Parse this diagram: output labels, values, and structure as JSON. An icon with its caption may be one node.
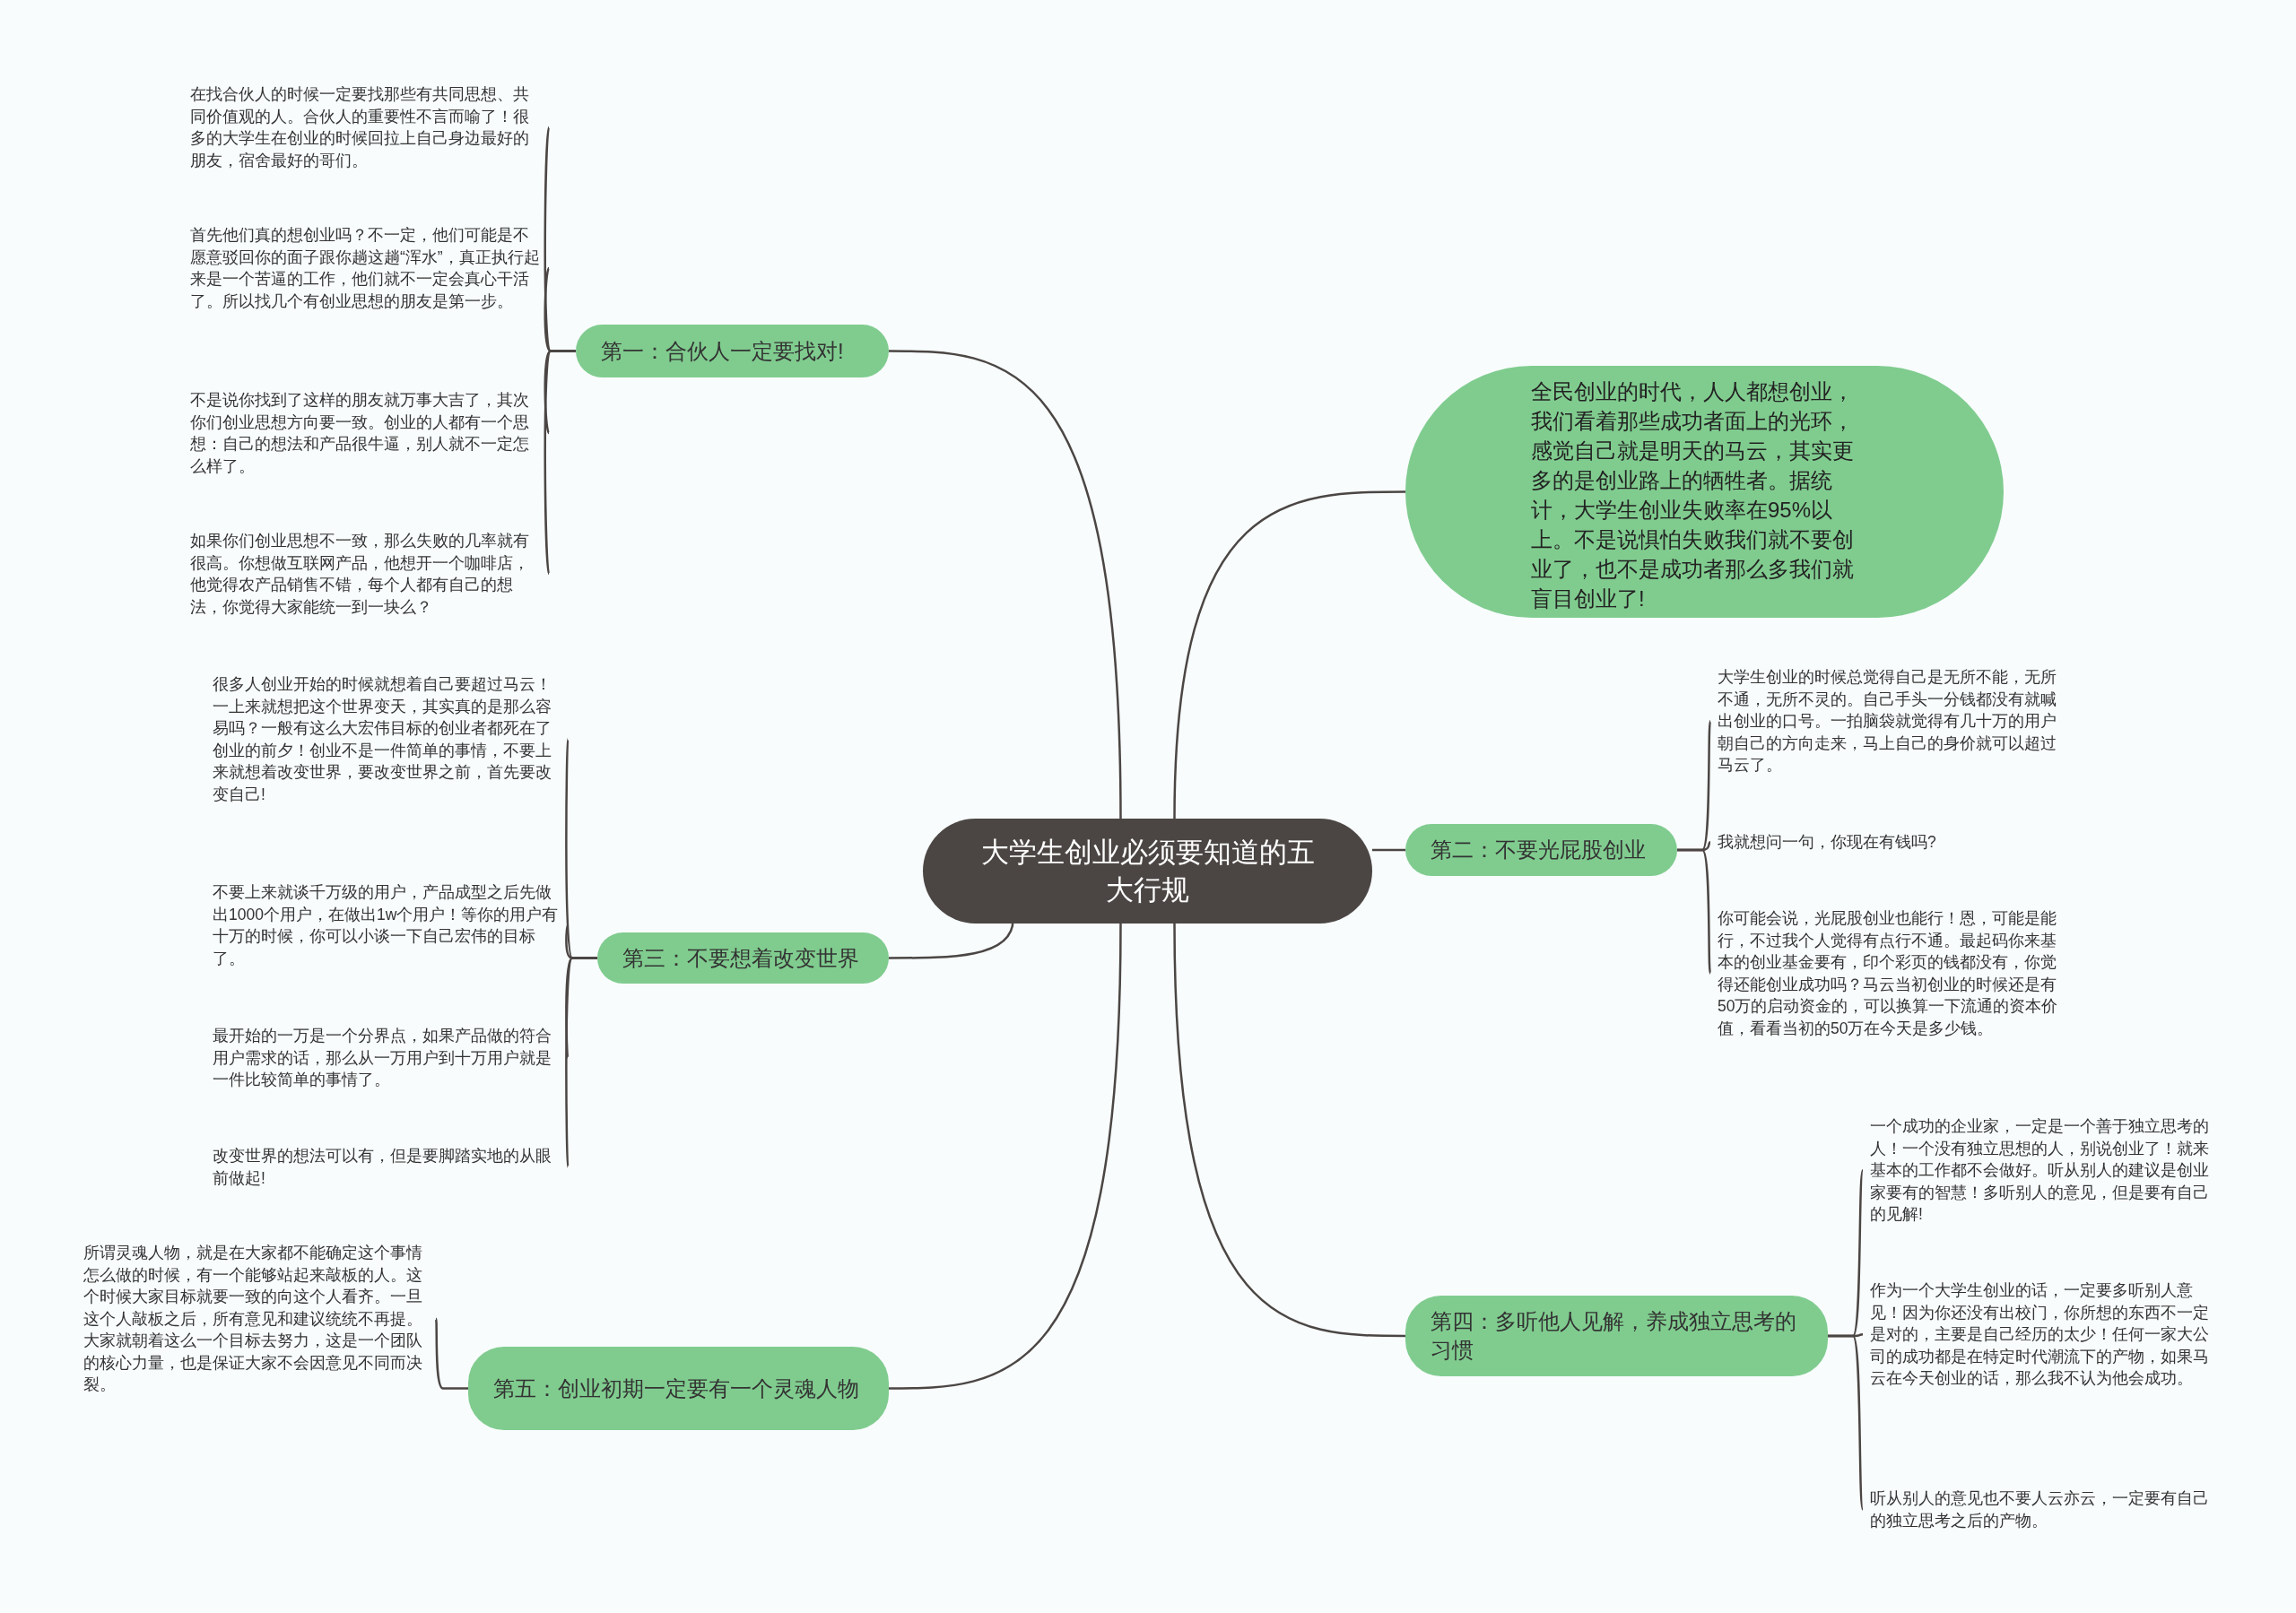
{
  "diagram": {
    "nodes": [
      {
        "text": [
          "大学生创业必须要知道的五大行规"
        ]
      },
      {
        "text": [
          "第一：合伙人一定要找对!"
        ]
      },
      {
        "text": [
          "在找合伙人的时候一定要找那些有共同思想、共同价值观的人。合伙人的重要性不言而喻了！很多的大学生在创业的时候回拉上自己身边最好的朋友，宿舍最好的哥们。"
        ]
      },
      {
        "text": [
          "首先他们真的想创业吗？不一定，他们可能是不愿意驳回你的面子跟你趟这趟“浑水”，真正执行起来是一个苦逼的工作，他们就不一定会真心干活了。所以找几个有创业思想的朋友是第一步。"
        ]
      },
      {
        "text": [
          "不是说你找到了这样的朋友就万事大吉了，其次你们创业思想方向要一致。创业的人都有一个思想：自己的想法和产品很牛逼，别人就不一定怎么样了。"
        ]
      },
      {
        "text": [
          "如果你们创业思想不一致，那么失败的几率就有很高。你想做互联网产品，他想开一个咖啡店，他觉得农产品销售不错，每个人都有自己的想法，你觉得大家能统一到一块么？"
        ]
      },
      {
        "text": [
          "第三：不要想着改变世界"
        ]
      },
      {
        "text": [
          "很多人创业开始的时候就想着自己要超过马云！一上来就想把这个世界变天，其实真的是那么容易吗？一般有这么大宏伟目标的创业者都死在了创业的前夕！创业不是一件简单的事情，不要上来就想着改变世界，要改变世界之前，首先要改变自己!"
        ]
      },
      {
        "text": [
          "不要上来就谈千万级的用户，产品成型之后先做出1000个用户，在做出1w个用户！等你的用户有十万的时候，你可以小谈一下自己宏伟的目标了。"
        ]
      },
      {
        "text": [
          "最开始的一万是一个分界点，如果产品做的符合用户需求的话，那么从一万用户到十万用户就是一件比较简单的事情了。"
        ]
      },
      {
        "text": [
          "改变世界的想法可以有，但是要脚踏实地的从眼前做起!"
        ]
      },
      {
        "text": [
          "第五：创业初期一定要有一个灵魂人物"
        ]
      },
      {
        "text": [
          "所谓灵魂人物，就是在大家都不能确定这个事情怎么做的时候，有一个能够站起来敲板的人。这个时候大家目标就要一致的向这个人看齐。一旦这个人敲板之后，所有意见和建议统统不再提。大家就朝着这么一个目标去努力，这是一个团队的核心力量，也是保证大家不会因意见不同而决裂。"
        ]
      },
      {
        "text": [
          "全民创业的时代，人人都想创业，我们看着那些成功者面上的光环，感觉自己就是明天的马云，其实更多的是创业路上的牺牲者。据统计，大学生创业失败率在95%以上。不是说惧怕失败我们就不要创业了，也不是成功者那么多我们就盲目创业了!"
        ]
      },
      {
        "text": [
          "第二：不要光屁股创业"
        ]
      },
      {
        "text": [
          "大学生创业的时候总觉得自己是无所不能，无所不通，无所不灵的。自己手头一分钱都没有就喊出创业的口号。一拍脑袋就觉得有几十万的用户朝自己的方向走来，马上自己的身价就可以超过马云了。"
        ]
      },
      {
        "text": [
          "我就想问一句，你现在有钱吗?"
        ]
      },
      {
        "text": [
          "你可能会说，光屁股创业也能行！恩，可能是能行，不过我个人觉得有点行不通。最起码你来基本的创业基金要有，印个彩页的钱都没有，你觉得还能创业成功吗？马云当初创业的时候还是有50万的启动资金的，可以换算一下流通的资本价值，看看当初的50万在今天是多少钱。"
        ]
      },
      {
        "text": [
          "第四：多听他人见解，养成独立思考的习惯"
        ]
      },
      {
        "text": [
          "一个成功的企业家，一定是一个善于独立思考的人！一个没有独立思想的人，别说创业了！就来基本的工作都不会做好。听从别人的建议是创业家要有的智慧！多听别人的意见，但是要有自己的见解!"
        ]
      },
      {
        "text": [
          "作为一个大学生创业的话，一定要多听别人意见！因为你还没有出校门，你所想的东西不一定是对的，主要是自己经历的太少！任何一家大公司的成功都是在特定时代潮流下的产物，如果马云在今天创业的话，那么我不认为他会成功。"
        ]
      },
      {
        "text": [
          "听从别人的意见也不要人云亦云，一定要有自己的独立思考之后的产物。"
        ]
      }
    ],
    "edges": [
      {
        "from": 0,
        "to": 1,
        "arrow": "none"
      },
      {
        "from": 1,
        "to": 2,
        "arrow": "none"
      },
      {
        "from": 1,
        "to": 3,
        "arrow": "none"
      },
      {
        "from": 1,
        "to": 4,
        "arrow": "none"
      },
      {
        "from": 1,
        "to": 5,
        "arrow": "none"
      },
      {
        "from": 0,
        "to": 6,
        "arrow": "none"
      },
      {
        "from": 6,
        "to": 7,
        "arrow": "none"
      },
      {
        "from": 6,
        "to": 8,
        "arrow": "none"
      },
      {
        "from": 6,
        "to": 9,
        "arrow": "none"
      },
      {
        "from": 6,
        "to": 10,
        "arrow": "none"
      },
      {
        "from": 0,
        "to": 11,
        "arrow": "none"
      },
      {
        "from": 11,
        "to": 12,
        "arrow": "none"
      },
      {
        "from": 0,
        "to": 13,
        "arrow": "none"
      },
      {
        "from": 0,
        "to": 14,
        "arrow": "none"
      },
      {
        "from": 14,
        "to": 15,
        "arrow": "none"
      },
      {
        "from": 14,
        "to": 16,
        "arrow": "none"
      },
      {
        "from": 14,
        "to": 17,
        "arrow": "none"
      },
      {
        "from": 0,
        "to": 18,
        "arrow": "none"
      },
      {
        "from": 18,
        "to": 19,
        "arrow": "none"
      },
      {
        "from": 18,
        "to": 20,
        "arrow": "none"
      },
      {
        "from": 18,
        "to": 21,
        "arrow": "none"
      }
    ]
  }
}
